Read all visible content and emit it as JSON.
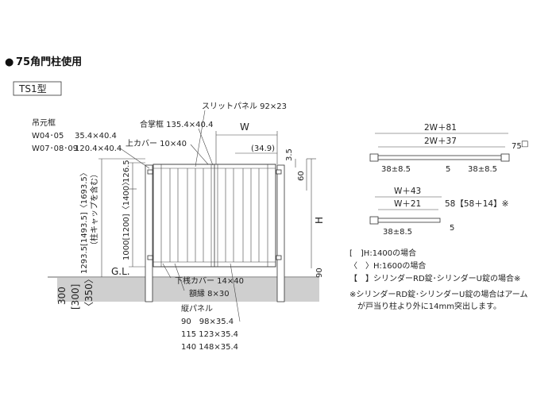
{
  "header": {
    "bullet": "●",
    "title": "75角門柱使用",
    "type_label": "TS1型"
  },
  "left": {
    "frame_title": "吊元框",
    "frame_w1": "W04･05",
    "frame_w1_dim": "35.4×40.4",
    "frame_w2": "W07･08･09",
    "frame_w2_dim": "120.4×40.4",
    "gassho": "合掌框 135.4×40.4",
    "uwa_cover": "上カバー 10×40",
    "slit_panel": "スリットパネル 92×23",
    "w": "W",
    "d349": "(34.9)",
    "d35": "3.5",
    "d60": "60",
    "h": "H",
    "d90": "90",
    "d1265": "126.5",
    "d1000": "1000[1200]〈1400〉",
    "d1293": "1293.5[1493.5]〈1693.5〉",
    "d1293_note": "（柱キャップを含む）",
    "gl": "G.L.",
    "shita_cover": "下桟カバー 14×40",
    "gakubuchi": "額縁 8×30",
    "d300": "300",
    "d300b": "[300]",
    "d350": "〈350〉",
    "tate_title": "縦パネル",
    "tate_1": "90　98×35.4",
    "tate_2": "115 123×35.4",
    "tate_3": "140 148×35.4"
  },
  "right": {
    "top1": "2W＋81",
    "top2": "2W＋37",
    "post": "75",
    "post_sym": "□",
    "d385a": "38±8.5",
    "d5a": "5",
    "d385b": "38±8.5",
    "mid1": "W＋43",
    "mid2": "W＋21",
    "mid_note": "58【58＋14】※",
    "d385c": "38±8.5",
    "d5b": "5"
  },
  "legend": {
    "l1": "[　]H:1400の場合",
    "l2": "〈　〉H:1600の場合",
    "l3": "【　】シリンダーRD錠･シリンダーU錠の場合※",
    "note1": "※シリンダーRD錠･シリンダーU錠の場合はアーム",
    "note2": "が戸当り柱より外に14mm突出します。"
  },
  "colors": {
    "ink": "#222222",
    "ground": "#cfcfcf",
    "panel": "#ffffff"
  }
}
